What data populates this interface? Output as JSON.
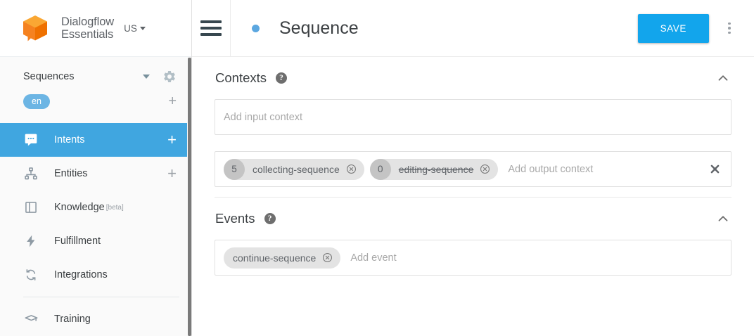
{
  "sidebar": {
    "brand": {
      "line1": "Dialogflow",
      "line2": "Essentials",
      "region": "US"
    },
    "agent": {
      "name": "Sequences"
    },
    "language": {
      "chip": "en",
      "add_label": "+"
    },
    "nav": [
      {
        "label": "Intents",
        "icon": "intents-icon",
        "active": true,
        "plus": "+"
      },
      {
        "label": "Entities",
        "icon": "entities-icon",
        "active": false,
        "plus": "+"
      },
      {
        "label": "Knowledge",
        "icon": "knowledge-icon",
        "badge": "[beta]",
        "active": false
      },
      {
        "label": "Fulfillment",
        "icon": "fulfillment-icon",
        "active": false
      },
      {
        "label": "Integrations",
        "icon": "integrations-icon",
        "active": false
      },
      {
        "label": "Training",
        "icon": "training-icon",
        "active": false
      }
    ]
  },
  "topbar": {
    "title": "Sequence",
    "save_label": "SAVE",
    "status_dot_color": "#5ba7e0"
  },
  "contexts": {
    "title": "Contexts",
    "help": "?",
    "input": {
      "placeholder": "Add input context"
    },
    "output": {
      "placeholder": "Add output context",
      "chips": [
        {
          "count": "5",
          "label": "collecting-sequence",
          "struck": false
        },
        {
          "count": "0",
          "label": "editing-sequence",
          "struck": true
        }
      ]
    }
  },
  "events": {
    "title": "Events",
    "help": "?",
    "placeholder": "Add event",
    "chips": [
      {
        "label": "continue-sequence"
      }
    ]
  },
  "colors": {
    "accent_blue": "#12a5ec",
    "nav_active_blue": "#40a6e0",
    "lang_chip_blue": "#6cb5e4",
    "logo_orange": "#f58220"
  }
}
